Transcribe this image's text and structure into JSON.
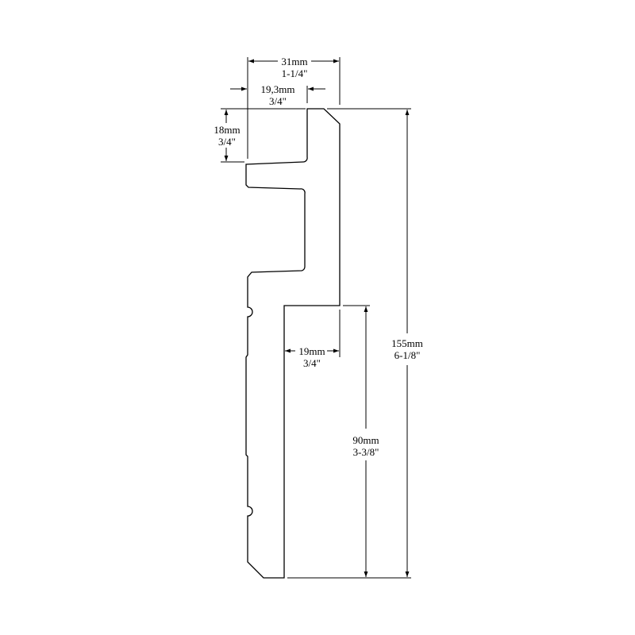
{
  "dimensions": {
    "overall_width": {
      "mm": "31mm",
      "inch": "1-1/4\""
    },
    "top_step_width": {
      "mm": "19,3mm",
      "inch": "3/4\""
    },
    "top_step_depth": {
      "mm": "18mm",
      "inch": "3/4\""
    },
    "base_thickness": {
      "mm": "19mm",
      "inch": "3/4\""
    },
    "base_height": {
      "mm": "90mm",
      "inch": "3-3/8\""
    },
    "overall_height": {
      "mm": "155mm",
      "inch": "6-1/8\""
    }
  }
}
